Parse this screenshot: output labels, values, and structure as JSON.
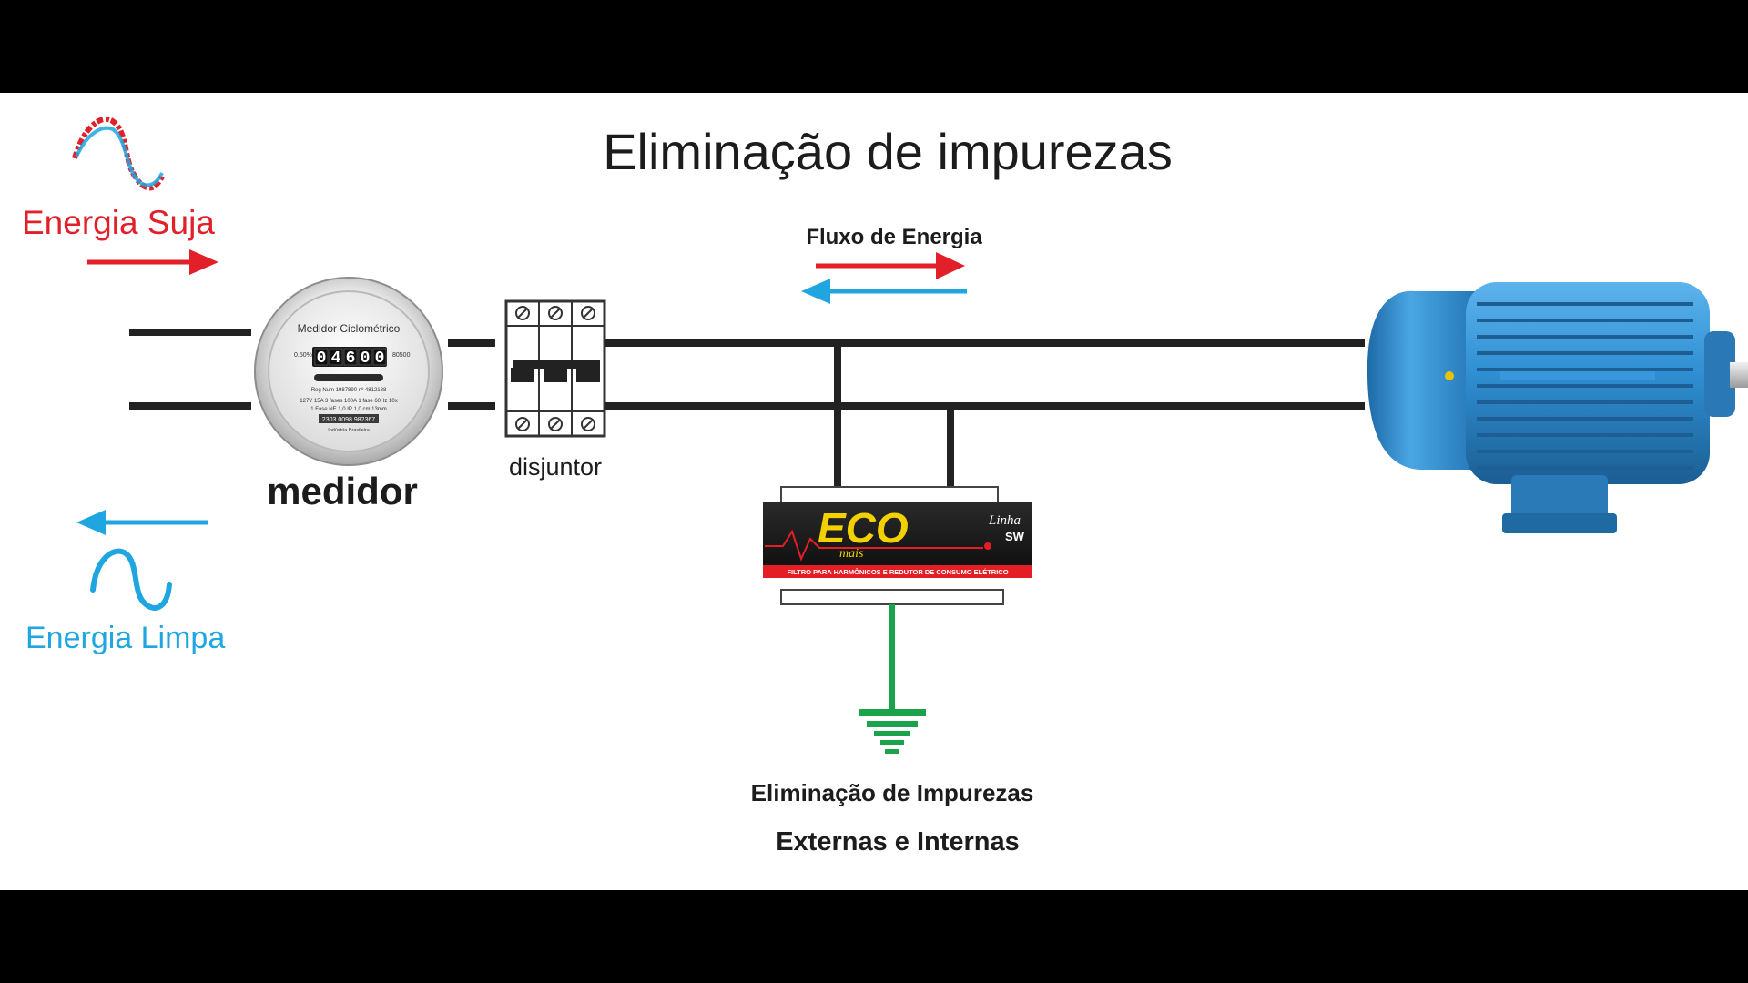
{
  "title": "Eliminação de impurezas",
  "legend": {
    "dirty_label": "Energia Suja",
    "clean_label": "Energia Limpa",
    "dirty_color": "#e2202a",
    "clean_color": "#1fa6e0"
  },
  "flow": {
    "label": "Fluxo de Energia",
    "forward_color": "#e2202a",
    "return_color": "#1fa6e0"
  },
  "meter": {
    "label": "medidor",
    "face_title": "Medidor Ciclométrico",
    "face_left": "0.50%",
    "face_right": "80500",
    "digits": [
      "0",
      "4",
      "6",
      "0",
      "0"
    ],
    "face_line1": "Reg Num 1987890 nº 4812188",
    "face_line2": "127V 15A 3 fases 100A  1 fase 60Hz  10x",
    "face_line3": "1 Fase  NE 1,0  IP 1,0 cm 13mm",
    "face_serial": "2303 0098 982367",
    "face_footer": "Indústria Brasileira"
  },
  "breaker": {
    "label": "disjuntor"
  },
  "filter": {
    "brand": "ECO",
    "brand_sub": "mais",
    "line_label": "Linha",
    "model": "SW",
    "tagline": "FILTRO PARA HARMÔNICOS E REDUTOR DE CONSUMO ELÉTRICO",
    "accent_color": "#e51d24",
    "brand_color": "#f3d000"
  },
  "ground": {
    "color": "#1aa34a"
  },
  "motor": {
    "body_color": "#2a82c4"
  },
  "caption": {
    "line1": "Eliminação de Impurezas",
    "line2": "Externas e Internas"
  }
}
